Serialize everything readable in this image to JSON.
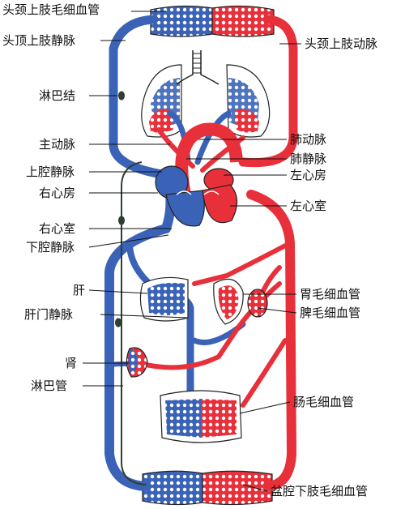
{
  "colors": {
    "artery": "#e8303a",
    "vein": "#3a63b8",
    "lymph": "#2f3f2f",
    "outline": "#222222",
    "background": "#ffffff"
  },
  "labels": {
    "head_capillaries": "头颈上肢毛细血管",
    "head_veins": "头顶上肢静脉",
    "head_arteries": "头颈上肢动脉",
    "lymph_node": "淋巴结",
    "aorta": "主动脉",
    "pulmonary_artery": "肺动脉",
    "pulmonary_vein": "肺静脉",
    "superior_vena_cava": "上腔静脉",
    "left_atrium": "左心房",
    "right_atrium": "右心房",
    "left_ventricle": "左心室",
    "right_ventricle": "右心室",
    "inferior_vena_cava": "下腔静脉",
    "liver": "肝",
    "stomach_capillaries": "胃毛细血管",
    "portal_vein": "肝门静脉",
    "spleen_capillaries": "脾毛细血管",
    "kidney": "肾",
    "lymph_duct": "淋巴管",
    "intestine_capillaries": "肠毛细血管",
    "lower_capillaries": "盆腔下肢毛细血管"
  }
}
